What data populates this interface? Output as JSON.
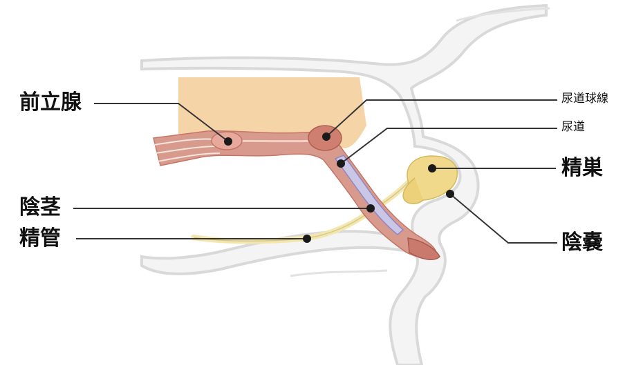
{
  "labels": {
    "prostate": "前立腺",
    "bulbourethral_gland": "尿道球線",
    "urethra": "尿道",
    "testis": "精巣",
    "penis": "陰茎",
    "vas_deferens": "精管",
    "scrotum": "陰嚢"
  },
  "colors": {
    "body_outline": "#d9d9d9",
    "body_fill": "#f4f4f4",
    "prostate_region": "#f5d5a8",
    "urethra_tissue": "#d99a8e",
    "urethra_dark": "#c47566",
    "urethra_lumen": "#c9c6e6",
    "testis": "#f0d98a",
    "vas_deferens": "#f3e7b0",
    "leader_line": "#333333",
    "marker": "#1a1a1a"
  }
}
